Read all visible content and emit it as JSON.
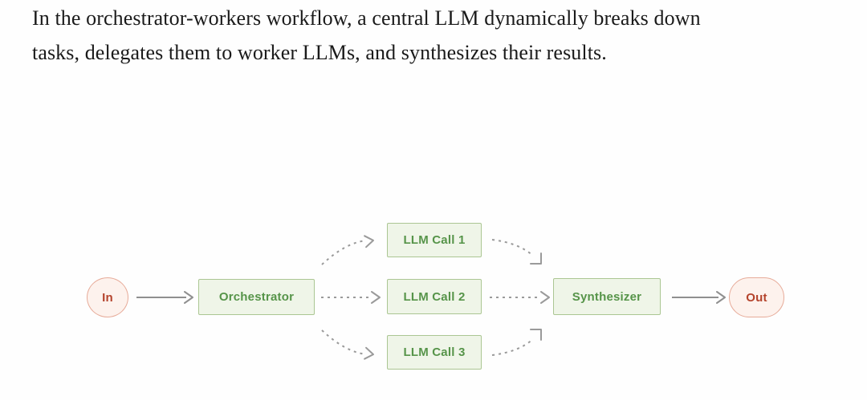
{
  "intro": {
    "lines": [
      "In the orchestrator-workers workflow, a central LLM dynamically breaks down",
      "tasks, delegates them to worker LLMs, and synthesizes their results."
    ]
  },
  "diagram": {
    "nodes": {
      "in": {
        "label": "In",
        "shape": "circle"
      },
      "orchestrator": {
        "label": "Orchestrator",
        "shape": "rect"
      },
      "llm1": {
        "label": "LLM Call 1",
        "shape": "rect"
      },
      "llm2": {
        "label": "LLM Call 2",
        "shape": "rect"
      },
      "llm3": {
        "label": "LLM Call 3",
        "shape": "rect"
      },
      "synthesizer": {
        "label": "Synthesizer",
        "shape": "rect"
      },
      "out": {
        "label": "Out",
        "shape": "pill"
      }
    },
    "edges": [
      {
        "from": "in",
        "to": "orchestrator",
        "style": "solid"
      },
      {
        "from": "orchestrator",
        "to": "llm1",
        "style": "dashed"
      },
      {
        "from": "orchestrator",
        "to": "llm2",
        "style": "dashed"
      },
      {
        "from": "orchestrator",
        "to": "llm3",
        "style": "dashed"
      },
      {
        "from": "llm1",
        "to": "synthesizer",
        "style": "dashed"
      },
      {
        "from": "llm2",
        "to": "synthesizer",
        "style": "dashed"
      },
      {
        "from": "llm3",
        "to": "synthesizer",
        "style": "dashed"
      },
      {
        "from": "synthesizer",
        "to": "out",
        "style": "solid"
      }
    ],
    "colors": {
      "green_fill": "#eff5e8",
      "green_border": "#abc693",
      "green_text": "#569449",
      "pink_fill": "#fdf2ed",
      "pink_border": "#e7ab99",
      "pink_text": "#b4432c",
      "arrow_gray": "#8f8f8f",
      "page_background": "#fefefe",
      "paragraph_text": "#1a1a1a"
    }
  }
}
